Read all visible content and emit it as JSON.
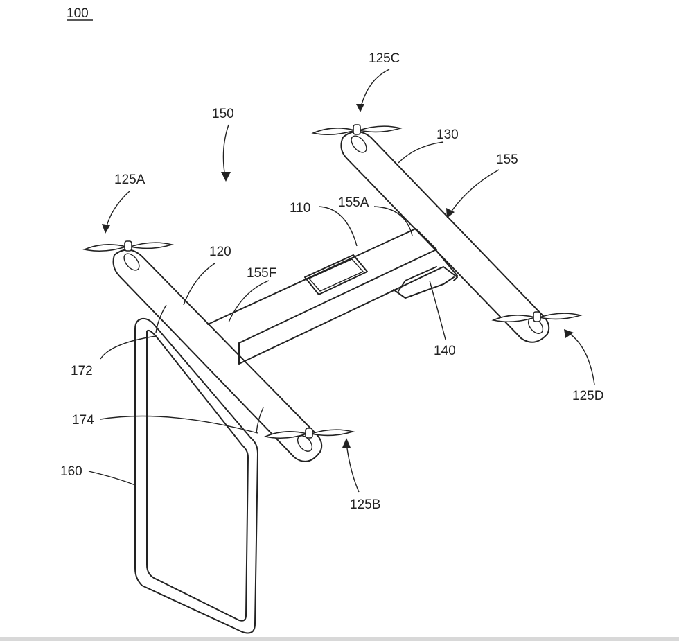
{
  "figure": {
    "ref_main": "100",
    "labels": {
      "rotor_a": "125A",
      "rotor_b": "125B",
      "rotor_c": "125C",
      "rotor_d": "125D",
      "assembly": "150",
      "arm_right": "130",
      "frame": "155",
      "body": "110",
      "frame_a": "155A",
      "arm_left": "120",
      "frame_f": "155F",
      "payload": "140",
      "connector_upper": "172",
      "connector_lower": "174",
      "panel": "160"
    }
  }
}
